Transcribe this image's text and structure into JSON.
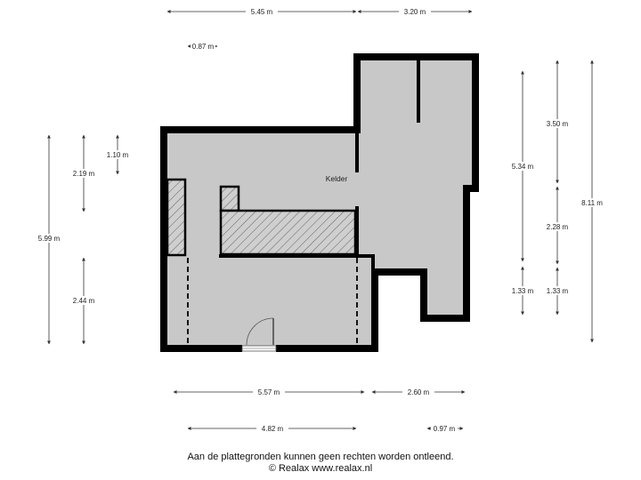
{
  "room": {
    "label": "Kelder"
  },
  "dimensions": {
    "top_left_width": "5.45 m",
    "top_right_width": "3.20 m",
    "small_top": "0.87 m",
    "left_total": "5.99 m",
    "left_upper": "2.19 m",
    "left_upper_small": "1.10 m",
    "left_lower": "2.44 m",
    "right_upper": "5.34 m",
    "right_lower_a": "1.33 m",
    "right_mid_top": "3.50 m",
    "right_mid": "2.28 m",
    "right_lower_b": "1.33 m",
    "right_total": "8.11 m",
    "bottom_left_width": "5.57 m",
    "bottom_right_width": "2.60 m",
    "bottom_inner_width": "4.82 m",
    "bottom_small": "0.97 m"
  },
  "footer": {
    "disclaimer": "Aan de plattegronden kunnen geen rechten worden ontleend.",
    "copyright": "© Realax www.realax.nl"
  },
  "colors": {
    "wall": "#000000",
    "floor": "#c8c8c8",
    "dimension_line": "#333333"
  }
}
